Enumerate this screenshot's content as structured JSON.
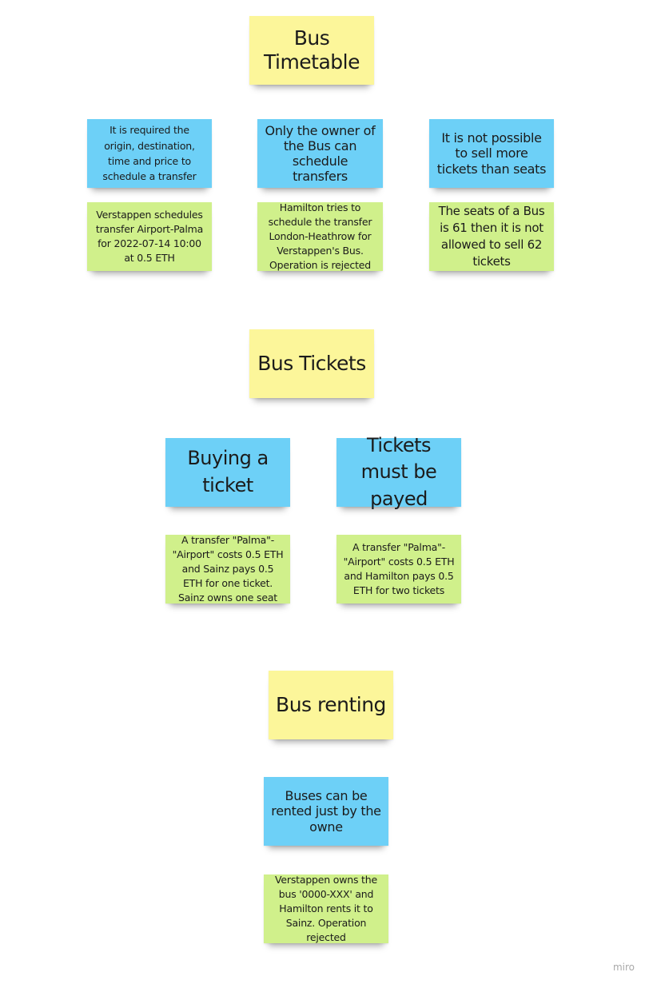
{
  "sections": {
    "timetable": {
      "title": "Bus Timetable",
      "rules": [
        {
          "text": "It is required the origin, destination, time and price to schedule a transfer"
        },
        {
          "text": "Only the owner of the Bus can schedule transfers"
        },
        {
          "text": "It is not possible to sell more tickets than seats"
        }
      ],
      "examples": [
        {
          "text": "Verstappen schedules transfer Airport-Palma for 2022-07-14 10:00 at 0.5 ETH"
        },
        {
          "text": "Hamilton tries to schedule the transfer London-Heathrow for  Verstappen's Bus. Operation is rejected"
        },
        {
          "text": "The seats of a Bus is 61 then it is not allowed to sell 62 tickets"
        }
      ]
    },
    "tickets": {
      "title": "Bus Tickets",
      "rules": [
        {
          "text": "Buying a ticket"
        },
        {
          "text": "Tickets must be payed"
        }
      ],
      "examples": [
        {
          "text": "A transfer \"Palma\"-\"Airport\" costs 0.5 ETH and Sainz pays 0.5 ETH for one ticket. Sainz owns one seat"
        },
        {
          "text": "A transfer \"Palma\"-\"Airport\" costs 0.5 ETH and Hamilton pays 0.5 ETH for two tickets"
        }
      ]
    },
    "renting": {
      "title": "Bus renting",
      "rules": [
        {
          "text": "Buses can be rented just by the owne"
        }
      ],
      "examples": [
        {
          "text": "Verstappen owns the bus '0000-XXX' and Hamilton rents it to Sainz. Operation rejected"
        }
      ]
    }
  },
  "watermark": "miro",
  "colors": {
    "title_sticky": "#fcf69a",
    "rule_sticky": "#6dd0f7",
    "example_sticky": "#d0f08b"
  }
}
